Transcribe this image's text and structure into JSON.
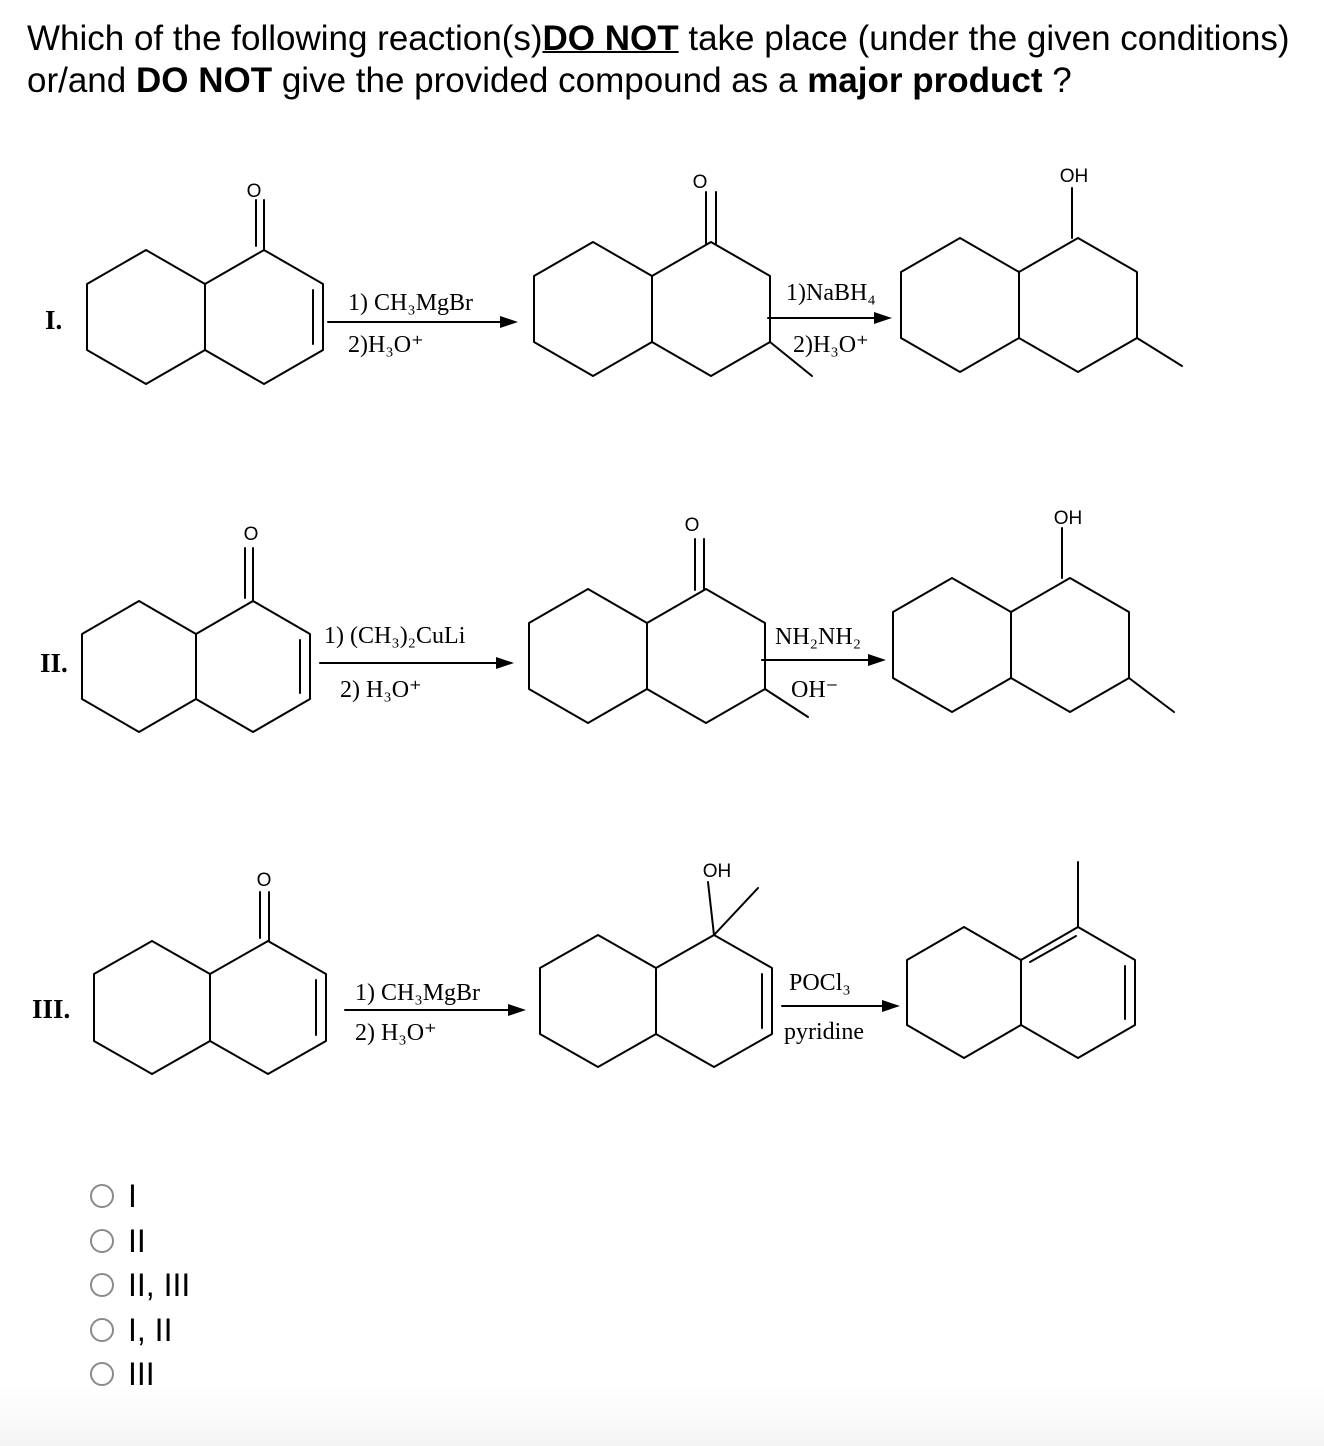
{
  "question": {
    "part1": "Which of the following reaction(s)",
    "do_not_1": "DO NOT",
    "part2": "take place (under the given conditions) or/and",
    "do_not_2": "DO NOT",
    "part3": "give the provided compound as a",
    "major_product": "major product",
    "part4": "?"
  },
  "reactions": [
    {
      "label": "I.",
      "step1_reagents": [
        "1) CH₃MgBr",
        "2)H₃O⁺"
      ],
      "step1_atom": "O",
      "step2_reagents": [
        "1)NaBH₄",
        "2)H₃O⁺"
      ],
      "step2_atom": "O",
      "product_group": "OH"
    },
    {
      "label": "II.",
      "step1_reagents": [
        "1) (CH₃)₂CuLi",
        "2) H₃O⁺"
      ],
      "step1_atom": "O",
      "step2_reagents": [
        "NH₂NH₂",
        "OH⁻"
      ],
      "step2_atom": "O",
      "product_group": "OH"
    },
    {
      "label": "III.",
      "step1_reagents": [
        "1) CH₃MgBr",
        "2) H₃O⁺"
      ],
      "step1_atom": "O",
      "intermediate_group": "OH",
      "step2_reagents": [
        "POCl₃",
        "pyridine"
      ]
    }
  ],
  "options": [
    "I",
    "II",
    "II, III",
    "I, II",
    "III"
  ],
  "colors": {
    "text": "#000000",
    "radio_border": "#8a8a8a"
  }
}
